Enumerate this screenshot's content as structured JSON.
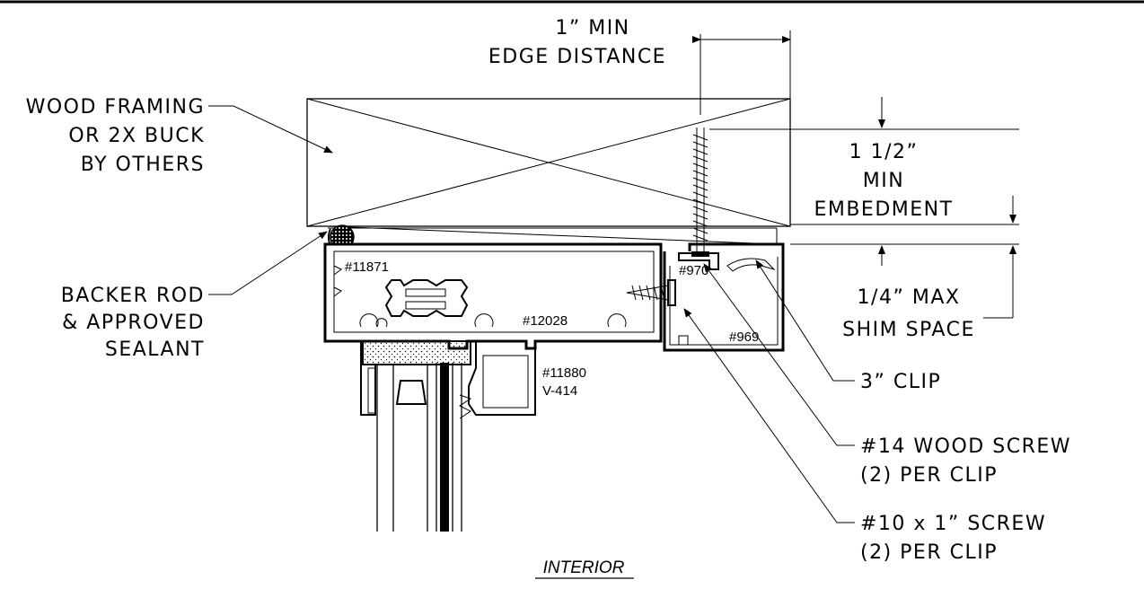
{
  "dimensions": {
    "edge_distance": [
      "1” MIN",
      "EDGE DISTANCE"
    ],
    "embedment": [
      "1  1/2”",
      "MIN",
      "EMBEDMENT"
    ],
    "shim_space": [
      "1/4” MAX",
      "SHIM SPACE"
    ]
  },
  "callouts": {
    "wood_framing": [
      "WOOD FRAMING",
      "OR 2X BUCK",
      "BY OTHERS"
    ],
    "backer_rod": [
      "BACKER ROD",
      "& APPROVED",
      "SEALANT"
    ],
    "clip": [
      "3” CLIP"
    ],
    "wood_screw": [
      "#14 WOOD SCREW",
      "(2) PER CLIP"
    ],
    "screw_10": [
      "#10 x 1” SCREW",
      "(2) PER CLIP"
    ]
  },
  "part_numbers": {
    "p11871": "#11871",
    "p12028": "#12028",
    "p970": "#970",
    "p969": "#969",
    "p11880": "#11880",
    "v414": "V-414"
  },
  "view_label": "INTERIOR"
}
